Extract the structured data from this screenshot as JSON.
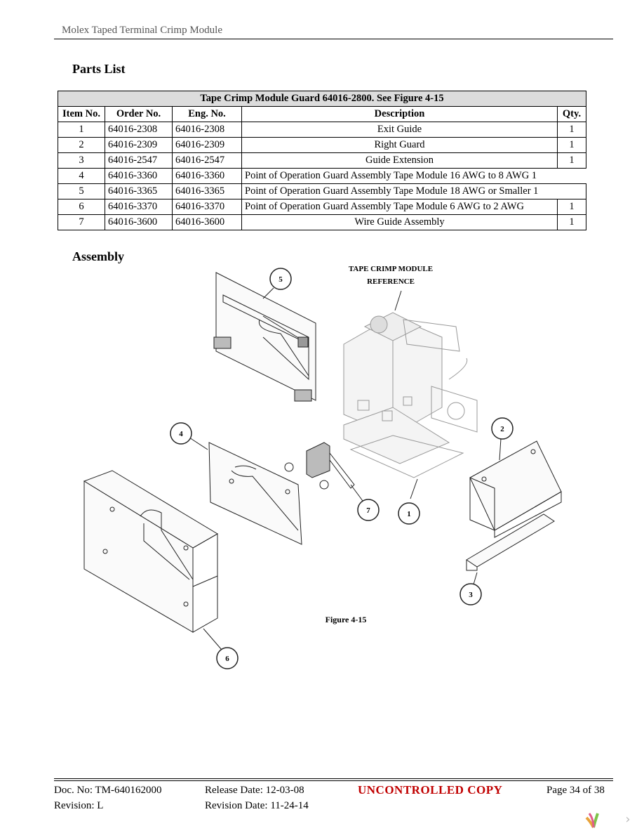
{
  "header": {
    "title": "Molex Taped Terminal Crimp Module"
  },
  "parts_list": {
    "heading": "Parts List",
    "caption": "Tape Crimp Module Guard 64016-2800.  See Figure 4-15",
    "columns": {
      "item": "Item No.",
      "order": "Order No.",
      "eng": "Eng. No.",
      "desc": "Description",
      "qty": "Qty."
    },
    "rows": [
      {
        "item": "1",
        "order": "64016-2308",
        "eng": "64016-2308",
        "desc": "Exit Guide",
        "qty": "1"
      },
      {
        "item": "2",
        "order": "64016-2309",
        "eng": "64016-2309",
        "desc": "Right Guard",
        "qty": "1"
      },
      {
        "item": "3",
        "order": "64016-2547",
        "eng": "64016-2547",
        "desc": "Guide Extension",
        "qty": "1"
      },
      {
        "item": "4",
        "order": "64016-3360",
        "eng": "64016-3360",
        "desc": "Point of Operation Guard Assembly Tape Module 16 AWG to 8 AWG  1",
        "qty": ""
      },
      {
        "item": "5",
        "order": "64016-3365",
        "eng": "64016-3365",
        "desc": "Point of Operation Guard Assembly Tape Module 18 AWG or Smaller  1",
        "qty": ""
      },
      {
        "item": "6",
        "order": "64016-3370",
        "eng": "64016-3370",
        "desc": "Point of Operation Guard Assembly Tape Module 6 AWG to 2 AWG",
        "qty": "1"
      },
      {
        "item": "7",
        "order": "64016-3600",
        "eng": "64016-3600",
        "desc": "Wire Guide Assembly",
        "qty": "1"
      }
    ]
  },
  "assembly": {
    "heading": "Assembly",
    "reference_label_line1": "TAPE CRIMP MODULE",
    "reference_label_line2": "REFERENCE",
    "figure_caption": "Figure 4-15",
    "callouts": [
      "1",
      "2",
      "3",
      "4",
      "5",
      "6",
      "7"
    ]
  },
  "footer": {
    "doc_no": "Doc. No: TM-640162000",
    "revision": "Revision: L",
    "release_date": "Release Date: 12-03-08",
    "revision_date": "Revision Date: 11-24-14",
    "uncontrolled": "UNCONTROLLED COPY",
    "page": "Page 34 of 38"
  },
  "viewer": {
    "next_icon": "chevron-right-icon",
    "logo_icon": "viewer-logo-icon"
  }
}
